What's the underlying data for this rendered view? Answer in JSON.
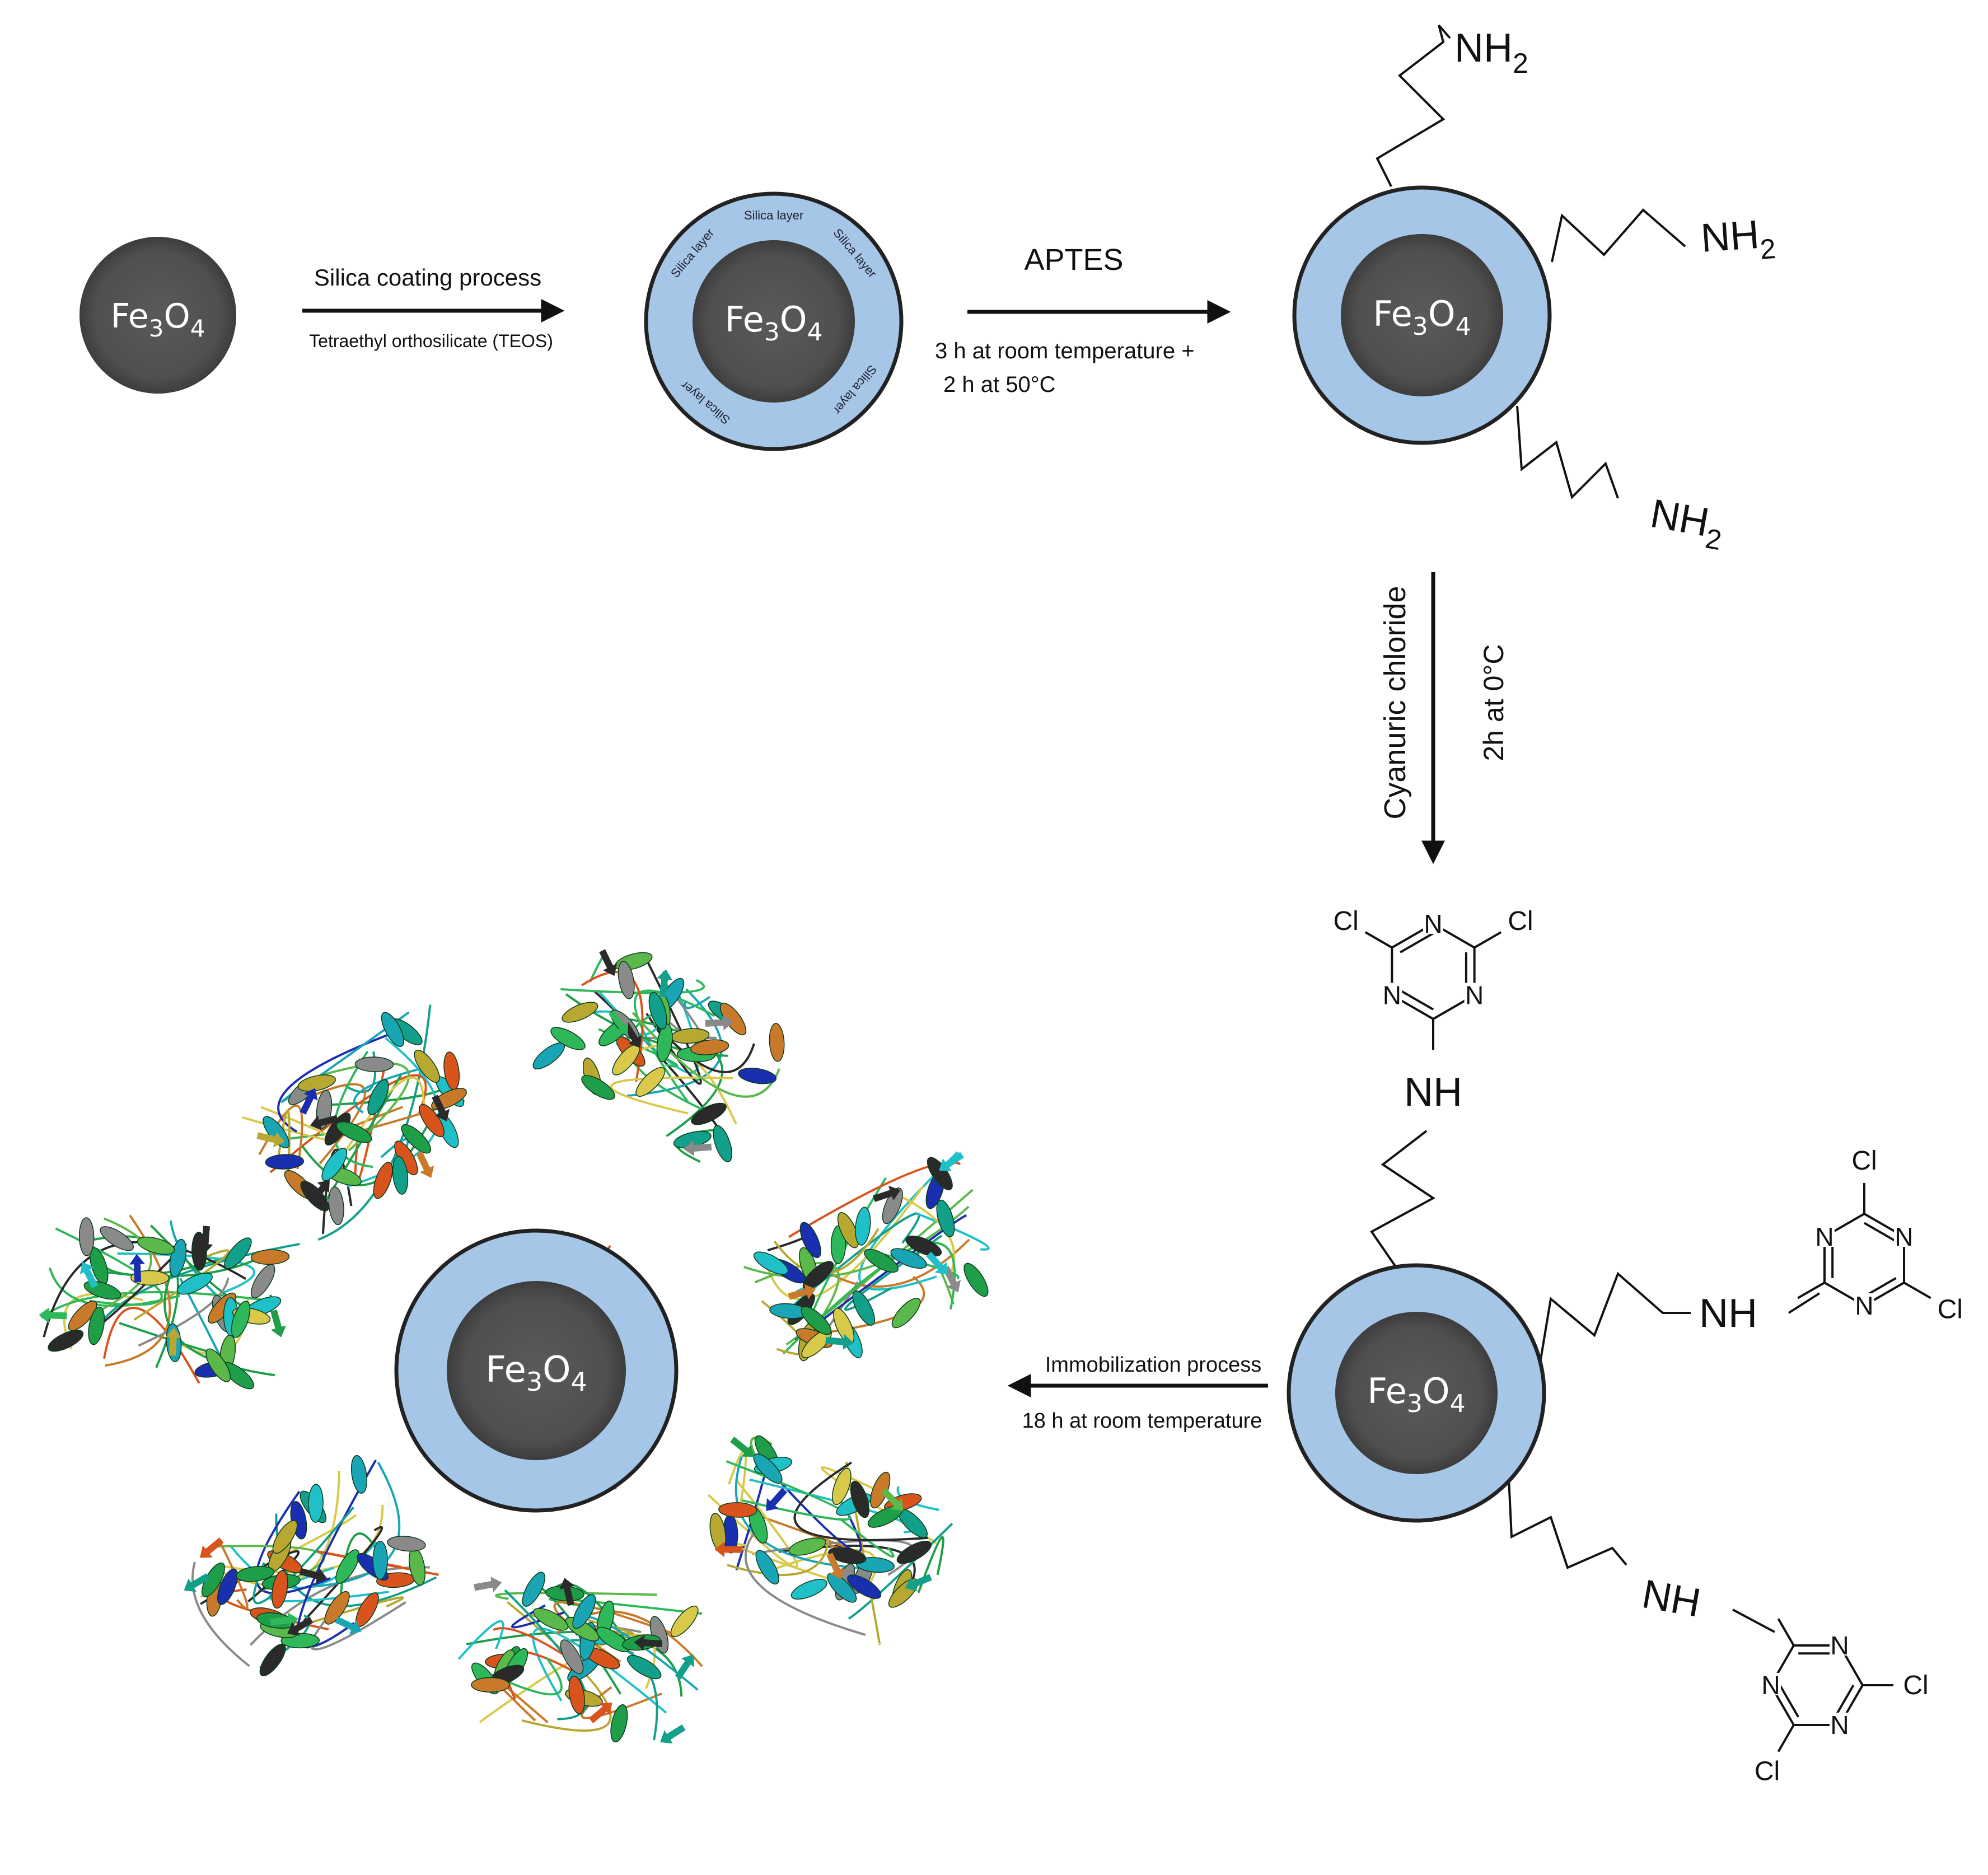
{
  "particles": {
    "core_label": "Fe",
    "core_sub1": "3",
    "core_mid": "O",
    "core_sub2": "4"
  },
  "silica": {
    "layer_label": "Silica layer"
  },
  "steps": {
    "step1": {
      "label": "Silica coating process",
      "reagent": "Tetraethyl orthosilicate (TEOS)"
    },
    "step2": {
      "label": "APTES",
      "cond1": "3 h at room temperature +",
      "cond2": "2 h at 50°C"
    },
    "step3": {
      "label": "Cyanuric chloride",
      "cond": "2h at  0°C"
    },
    "step4": {
      "label": "Immobilization process",
      "cond": "18 h at room temperature"
    }
  },
  "chem": {
    "nh2": "NH",
    "nh2_sub": "2",
    "nh": "NH",
    "n": "N",
    "cl": "Cl"
  },
  "colors": {
    "core": "#555555",
    "shell": "#a5c6e6",
    "shell_border": "#222222",
    "ink": "#111111"
  }
}
